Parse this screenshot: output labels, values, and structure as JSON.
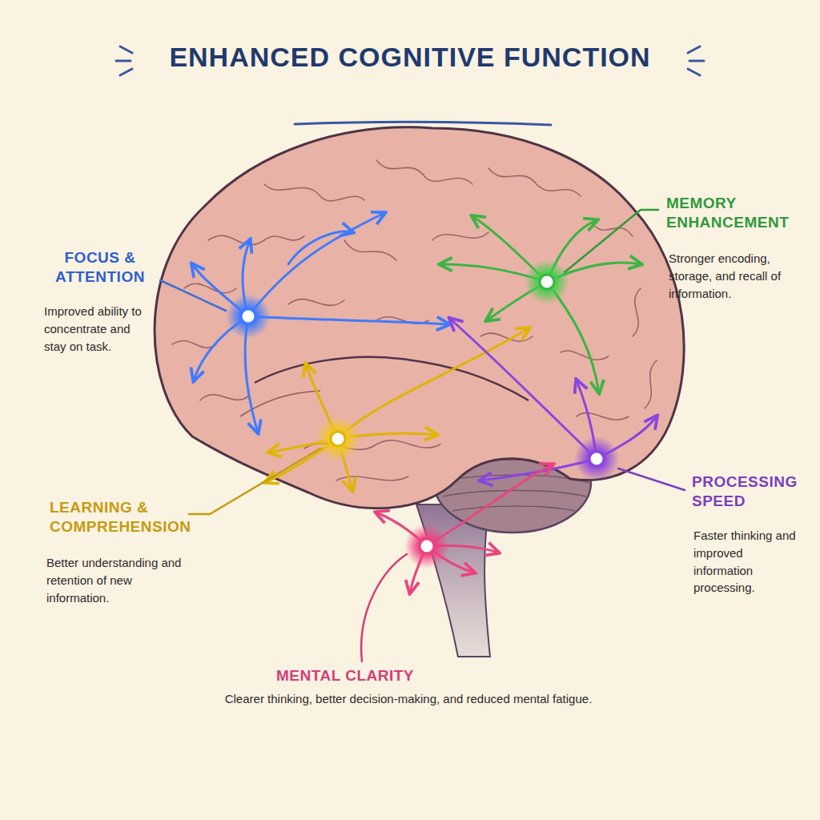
{
  "diagram": {
    "title": "ENHANCED COGNITIVE FUNCTION",
    "labels": [
      "FOCUS & ATTENTION",
      "Improved ability to concentrate and stay on task.",
      "MEMORY ENHANCEMENT",
      "Stronger encoding, storage, and recall of information.",
      "LEARNING & COMPREHENSION",
      "Better understanding and retention of new information.",
      "PROCESSING SPEED",
      "Faster thinking and improved information processing.",
      "MENTAL CLARITY",
      "Clearer thinking, better decision-making, and reduced mental fatigue."
    ]
  }
}
